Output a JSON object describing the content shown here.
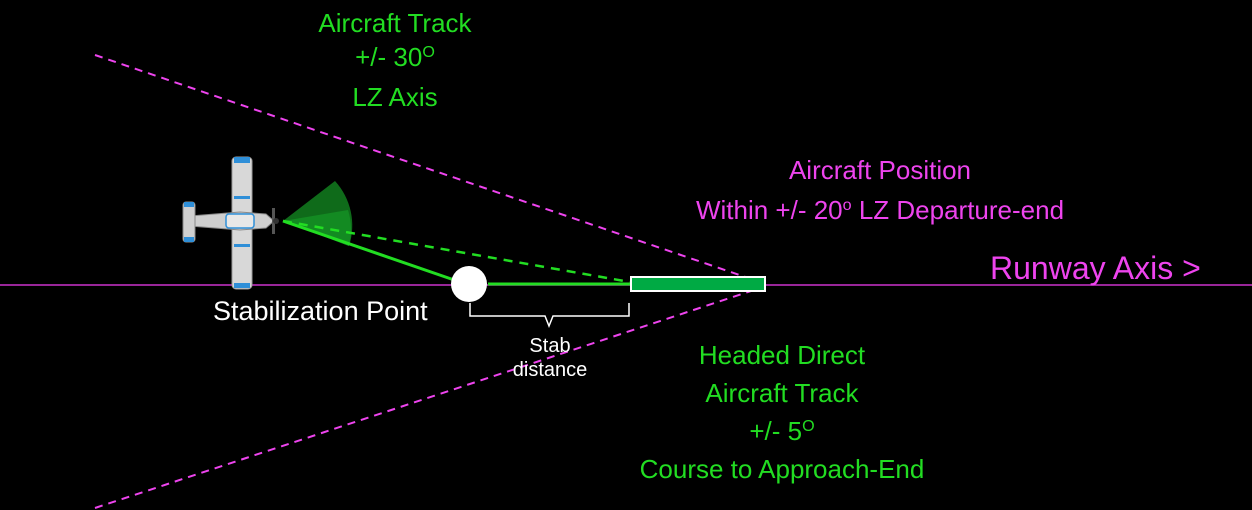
{
  "labels": {
    "top_left_line1": "Aircraft Track",
    "top_left_line2_value": "+/- 30",
    "top_left_line2_sup": "O",
    "top_left_line3": "LZ Axis",
    "position_line1": "Aircraft Position",
    "position_line2_pre": "Within +/- 20",
    "position_line2_sup": "o",
    "position_line2_post": " LZ Departure-end",
    "runway_axis": "Runway Axis >",
    "stabilization_point": "Stabilization Point",
    "stab_line1": "Stab",
    "stab_line2": "distance",
    "bottom_line1": "Headed Direct",
    "bottom_line2": "Aircraft Track",
    "bottom_line3_value": "+/- 5",
    "bottom_line3_sup": "O",
    "bottom_line4": "Course to Approach-End"
  },
  "colors": {
    "green": "#22dd22",
    "magenta": "#ee44ee",
    "white": "#ffffff",
    "runway_fill": "#00aa44",
    "sector_dark": "#0f6b1a",
    "sector_mid": "#138a22",
    "background": "#000000"
  },
  "icons": {
    "aircraft": "aircraft-icon"
  }
}
